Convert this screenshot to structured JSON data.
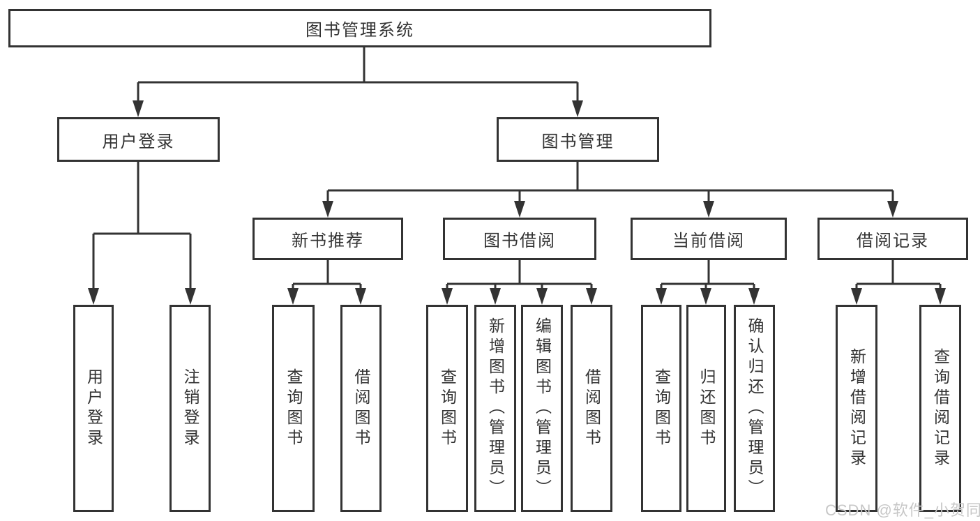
{
  "watermark": "CSDN @软件_小贺同学",
  "colors": {
    "line": "#333333",
    "box_border": "#333333",
    "box_background": "#ffffff",
    "text": "#333333",
    "page_background": "#ffffff",
    "watermark_text": "#c7c7c7"
  },
  "tree": {
    "root": {
      "label": "图书管理系统",
      "children": [
        {
          "label": "用户登录",
          "children": [
            {
              "label": "用户登录"
            },
            {
              "label": "注销登录"
            }
          ]
        },
        {
          "label": "图书管理",
          "children": [
            {
              "label": "新书推荐",
              "children": [
                {
                  "label": "查询图书"
                },
                {
                  "label": "借阅图书"
                }
              ]
            },
            {
              "label": "图书借阅",
              "children": [
                {
                  "label": "查询图书"
                },
                {
                  "label": "新增图书（管理员）"
                },
                {
                  "label": "编辑图书（管理员）"
                },
                {
                  "label": "借阅图书"
                }
              ]
            },
            {
              "label": "当前借阅",
              "children": [
                {
                  "label": "查询图书"
                },
                {
                  "label": "归还图书"
                },
                {
                  "label": "确认归还（管理员）"
                }
              ]
            },
            {
              "label": "借阅记录",
              "children": [
                {
                  "label": "新增借阅记录"
                },
                {
                  "label": "查询借阅记录"
                }
              ]
            }
          ]
        }
      ]
    }
  }
}
